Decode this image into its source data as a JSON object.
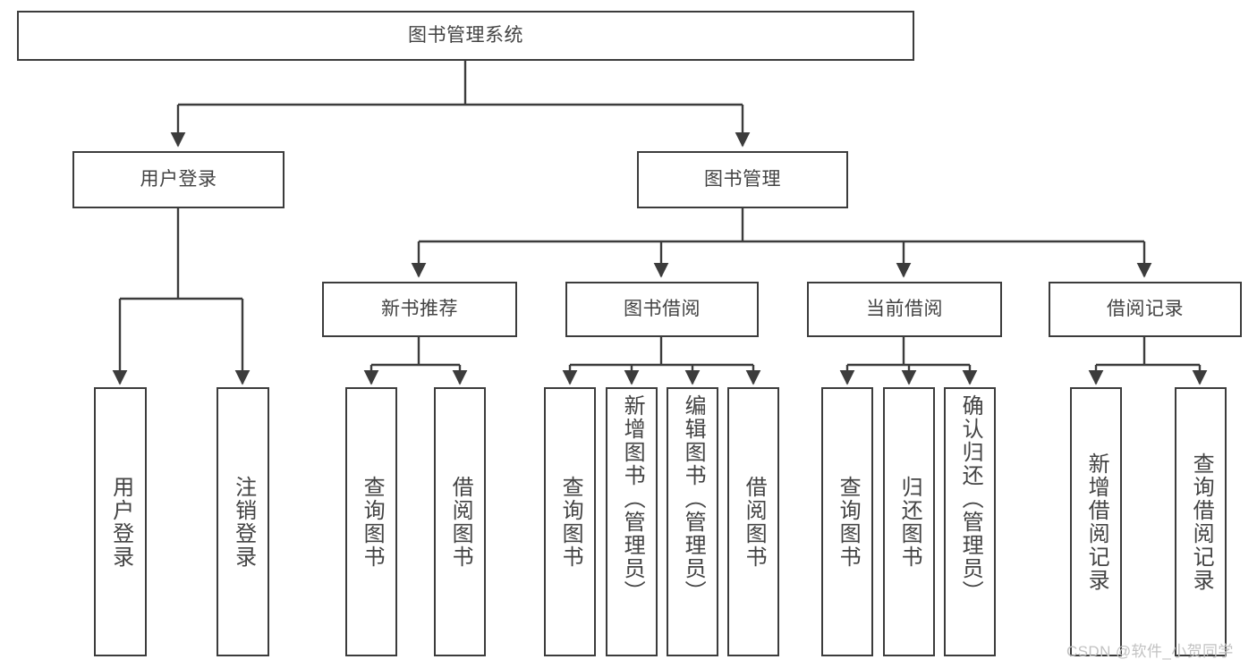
{
  "diagram": {
    "title": "图书管理系统",
    "type": "hierarchy-tree",
    "colors": {
      "stroke": "#3c3c3c",
      "text": "#434343",
      "background": "#ffffff",
      "watermark": "#c2c2c2"
    },
    "root": {
      "label": "图书管理系统"
    },
    "level1": [
      {
        "label": "用户登录"
      },
      {
        "label": "图书管理"
      }
    ],
    "level2": [
      {
        "label": "新书推荐"
      },
      {
        "label": "图书借阅"
      },
      {
        "label": "当前借阅"
      },
      {
        "label": "借阅记录"
      }
    ],
    "leaves": {
      "user_login": [
        {
          "label": "用户登录"
        },
        {
          "label": "注销登录"
        }
      ],
      "new_book_recommend": [
        {
          "label": "查询图书"
        },
        {
          "label": "借阅图书"
        }
      ],
      "book_borrow": [
        {
          "label": "查询图书"
        },
        {
          "label": "新增图书（管理员）"
        },
        {
          "label": "编辑图书（管理员）"
        },
        {
          "label": "借阅图书"
        }
      ],
      "current_borrow": [
        {
          "label": "查询图书"
        },
        {
          "label": "归还图书"
        },
        {
          "label": "确认归还（管理员）"
        }
      ],
      "borrow_record": [
        {
          "label": "新增借阅记录"
        },
        {
          "label": "查询借阅记录"
        }
      ]
    }
  },
  "watermark": {
    "text": "CSDN @软件_小贺同学"
  }
}
